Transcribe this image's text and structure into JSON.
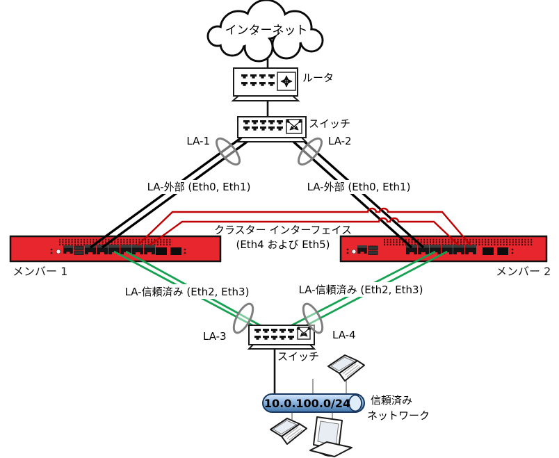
{
  "diagram": {
    "internet": {
      "label": "インターネット"
    },
    "router": {
      "label": "ルータ"
    },
    "top_switch": {
      "label": "スイッチ",
      "la_left": "LA-1",
      "la_right": "LA-2"
    },
    "external_links": {
      "left_label": "LA-外部 (Eth0, Eth1)",
      "right_label": "LA-外部 (Eth0, Eth1)"
    },
    "cluster_link": {
      "line1": "クラスター インターフェイス",
      "line2": "(Eth4  および  Eth5)"
    },
    "firewalls": {
      "member1": "メンバー 1",
      "member2": "メンバー 2"
    },
    "trusted_links": {
      "left_label": "LA-信頼済み (Eth2, Eth3)",
      "right_label": "LA-信頼済み (Eth2, Eth3)"
    },
    "bottom_switch": {
      "label": "スイッチ",
      "la_left": "LA-3",
      "la_right": "LA-4"
    },
    "trusted_network": {
      "subnet": "10.0.100.0/24",
      "line1": "信頼済み",
      "line2": "ネットワーク"
    },
    "colors": {
      "external_link": "#000000",
      "cluster_link": "#c00000",
      "trusted_link": "#17a252",
      "firewall_body": "#e8262d",
      "ring_gray": "#7f7f7f",
      "network_bar_border": "#17375e"
    }
  }
}
